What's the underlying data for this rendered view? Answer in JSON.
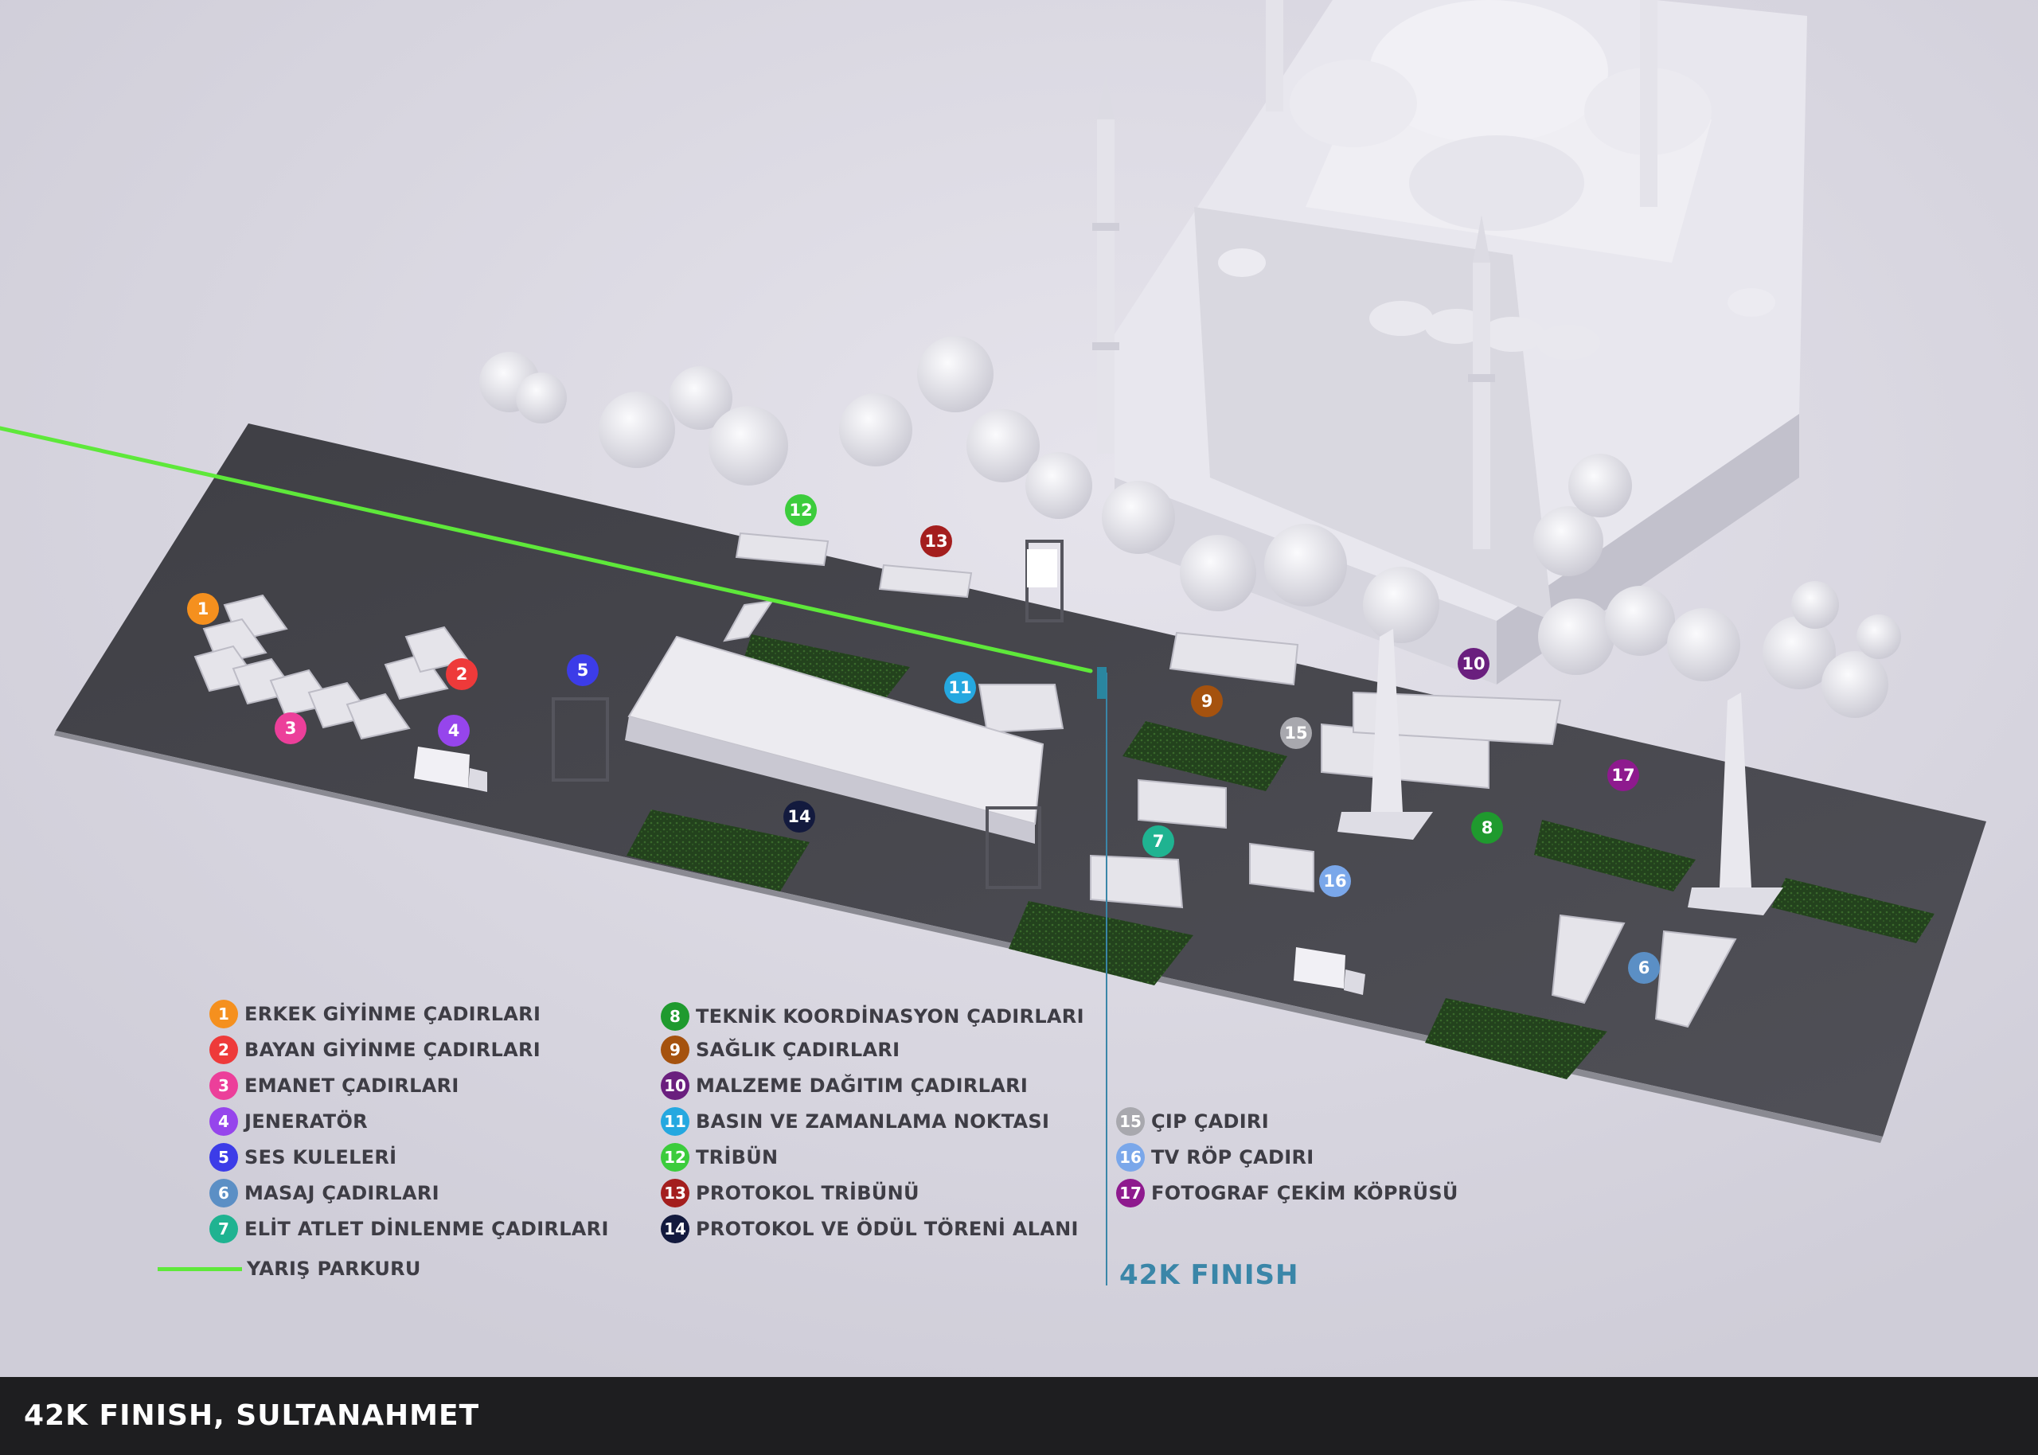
{
  "footer_title": "42K FINISH, SULTANAHMET",
  "finish_label": "42K FINISH",
  "race_course_label": "YARIŞ PARKURU",
  "colors": {
    "race_course": "#5ee83a",
    "finish_line": "#3a86a8",
    "road": "#4a4a50",
    "background": "#d4d2dc",
    "footer": "#1e1e20"
  },
  "legend": [
    {
      "num": "1",
      "label": "ERKEK GİYİNME ÇADIRLARI",
      "color": "#f5901e"
    },
    {
      "num": "2",
      "label": "BAYAN GİYİNME ÇADIRLARI",
      "color": "#ee3a3a"
    },
    {
      "num": "3",
      "label": "EMANET ÇADIRLARI",
      "color": "#ec3f9a"
    },
    {
      "num": "4",
      "label": "JENERATÖR",
      "color": "#9645ec"
    },
    {
      "num": "5",
      "label": "SES KULELERİ",
      "color": "#3c3ce8"
    },
    {
      "num": "6",
      "label": "MASAJ ÇADIRLARI",
      "color": "#5b8fc5"
    },
    {
      "num": "7",
      "label": "ELİT ATLET DİNLENME ÇADIRLARI",
      "color": "#1fb391"
    },
    {
      "num": "8",
      "label": "TEKNİK KOORDİNASYON ÇADIRLARI",
      "color": "#1f9a2e"
    },
    {
      "num": "9",
      "label": "SAĞLIK ÇADIRLARI",
      "color": "#a5520e"
    },
    {
      "num": "10",
      "label": "MALZEME DAĞITIM ÇADIRLARI",
      "color": "#6a1f7e"
    },
    {
      "num": "11",
      "label": "BASIN VE ZAMANLAMA NOKTASI",
      "color": "#25a8e0"
    },
    {
      "num": "12",
      "label": "TRİBÜN",
      "color": "#3ccc3c"
    },
    {
      "num": "13",
      "label": "PROTOKOL TRİBÜNÜ",
      "color": "#a41e1e"
    },
    {
      "num": "14",
      "label": "PROTOKOL VE ÖDÜL TÖRENİ ALANI",
      "color": "#131a3e"
    },
    {
      "num": "15",
      "label": "ÇIP ÇADIRI",
      "color": "#a8a8ae"
    },
    {
      "num": "16",
      "label": "TV RÖP ÇADIRI",
      "color": "#7aa7ea"
    },
    {
      "num": "17",
      "label": "FOTOGRAF ÇEKİM KÖPRÜSÜ",
      "color": "#8e1a8e"
    }
  ],
  "markers": [
    {
      "num": "1",
      "color": "#f5901e"
    },
    {
      "num": "2",
      "color": "#ee3a3a"
    },
    {
      "num": "3",
      "color": "#ec3f9a"
    },
    {
      "num": "4",
      "color": "#9645ec"
    },
    {
      "num": "5",
      "color": "#3c3ce8"
    },
    {
      "num": "6",
      "color": "#5b8fc5"
    },
    {
      "num": "7",
      "color": "#1fb391"
    },
    {
      "num": "8",
      "color": "#1f9a2e"
    },
    {
      "num": "9",
      "color": "#a5520e"
    },
    {
      "num": "10",
      "color": "#6a1f7e"
    },
    {
      "num": "11",
      "color": "#25a8e0"
    },
    {
      "num": "12",
      "color": "#3ccc3c"
    },
    {
      "num": "13",
      "color": "#a41e1e"
    },
    {
      "num": "14",
      "color": "#131a3e"
    },
    {
      "num": "15",
      "color": "#a8a8ae"
    },
    {
      "num": "16",
      "color": "#7aa7ea"
    },
    {
      "num": "17",
      "color": "#8e1a8e"
    }
  ]
}
